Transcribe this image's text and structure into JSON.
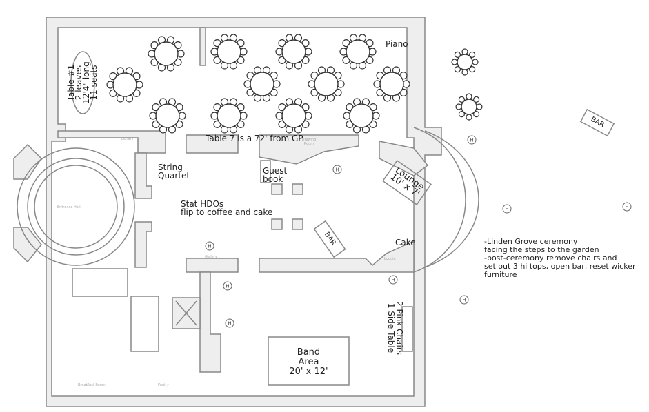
{
  "rooms": {
    "library": "Library",
    "drawing_room": "Drawing Room",
    "entrance_hall": "Entrance Hall",
    "gallery": "Gallery",
    "loggia": "Loggia",
    "breakfast_room": "Breakfast Room",
    "pantry": "Pantry"
  },
  "notes": {
    "piano": "Piano",
    "table1": [
      "Table #1",
      "2 leaves",
      "12'4\" long",
      "11 seats"
    ],
    "table7": "Table 7 is a 72' from GP",
    "string_quartet": [
      "String",
      "Quartet"
    ],
    "guest_book": [
      "Guest",
      "book"
    ],
    "stat_hdos": [
      "Stat HDOs",
      "flip to coffee and cake"
    ],
    "lounge": [
      "Lounge",
      "10' x 7'"
    ],
    "bar": "BAR",
    "cake": "Cake",
    "pink_chairs": [
      "2 Pink Chairs",
      "1 Side Table"
    ],
    "band_area": [
      "Band",
      "Area",
      "20' x 12'"
    ],
    "ceremony": [
      "-Linden Grove ceremony",
      "facing the steps to the garden",
      "-post-ceremony remove chairs and",
      "set out 3 hi tops, open bar, reset wicker",
      "furniture"
    ],
    "heater": "H"
  }
}
